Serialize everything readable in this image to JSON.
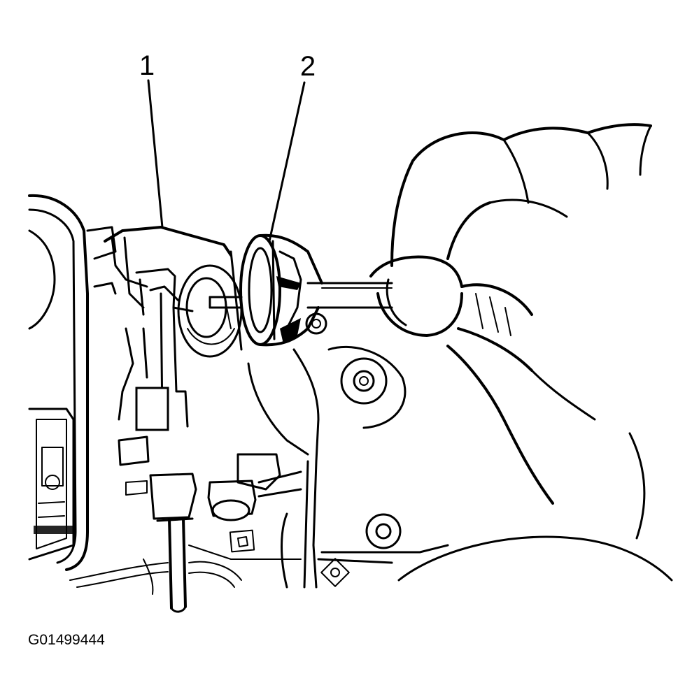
{
  "callouts": [
    {
      "number": "1"
    },
    {
      "number": "2"
    }
  ],
  "figure_id": "G01499444",
  "colors": {
    "ink": "#000000",
    "paper": "#ffffff"
  }
}
